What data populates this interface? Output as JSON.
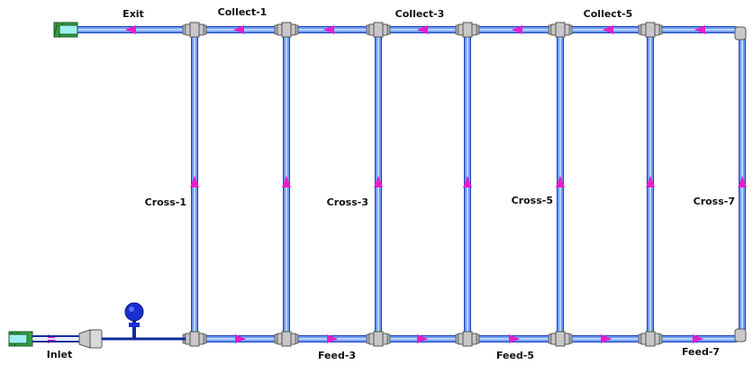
{
  "labels": {
    "exit": "Exit",
    "inlet": "Inlet",
    "collect_1": "Collect-1",
    "collect_3": "Collect-3",
    "collect_5": "Collect-5",
    "cross_1": "Cross-1",
    "cross_3": "Cross-3",
    "cross_5": "Cross-5",
    "cross_7": "Cross-7",
    "feed_3": "Feed-3",
    "feed_5": "Feed-5",
    "feed_7": "Feed-7"
  },
  "colors": {
    "pipe_fill": "#6f9cf2",
    "pipe_edge": "#1c3fbf",
    "pipe_highlight": "#d6e3ff",
    "flow_arrow": "#e81ccc",
    "fitting": "#c8c8c8",
    "fitting_edge": "#555555",
    "reservoir": "#2f9f3f",
    "reservoir_face": "#9ff0f0",
    "accumulator": "#1a2fd0",
    "inlet_line": "#0e2a9a"
  },
  "icons": {
    "exit_reservoir": "reservoir-icon",
    "inlet_reservoir": "reservoir-icon",
    "pump": "pump-icon",
    "accumulator": "accumulator-icon",
    "tee_fitting": "tee-fitting-icon",
    "elbow_fitting": "elbow-fitting-icon",
    "flow_arrow": "flow-arrow-icon"
  }
}
